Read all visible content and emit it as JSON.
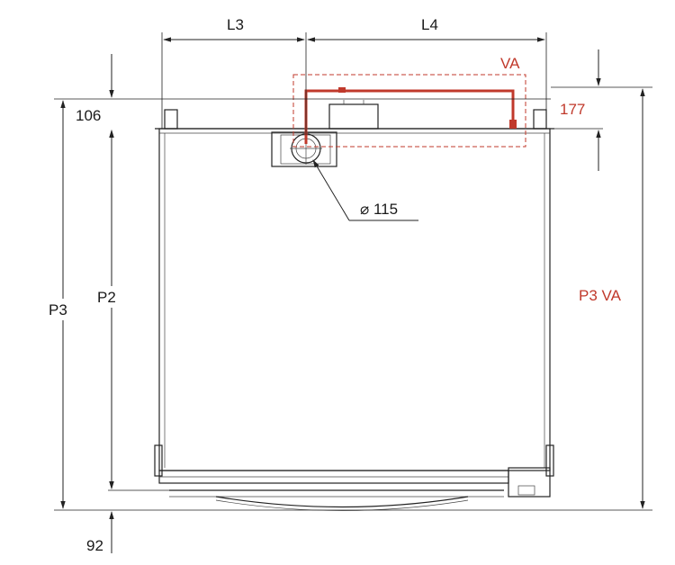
{
  "labels": {
    "l3": "L3",
    "l4": "L4",
    "va": "VA",
    "top_106": "106",
    "top_177": "177",
    "diameter": "⌀ 115",
    "p2": "P2",
    "p3": "P3",
    "p3va": "P3 VA",
    "bottom_92": "92"
  },
  "colors": {
    "accent": "#c0392b",
    "line": "#222222"
  }
}
